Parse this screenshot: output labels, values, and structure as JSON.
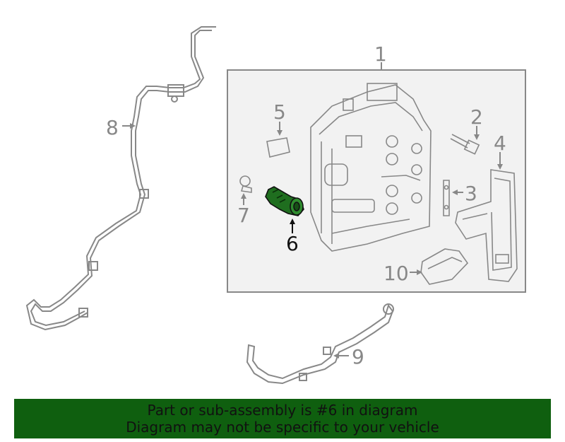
{
  "diagram": {
    "callouts": {
      "c1": "1",
      "c2": "2",
      "c3": "3",
      "c4": "4",
      "c5": "5",
      "c6": "6",
      "c7": "7",
      "c8": "8",
      "c9": "9",
      "c10": "10"
    },
    "highlighted_part": "6",
    "colors": {
      "line": "#888888",
      "highlight": "#1f6e1f",
      "banner_bg": "#0f5f0f",
      "frame_fill": "#f2f2f2"
    }
  },
  "banner": {
    "line1": "Part or sub-assembly is #6 in diagram",
    "line2": "Diagram may not be specific to your vehicle"
  }
}
